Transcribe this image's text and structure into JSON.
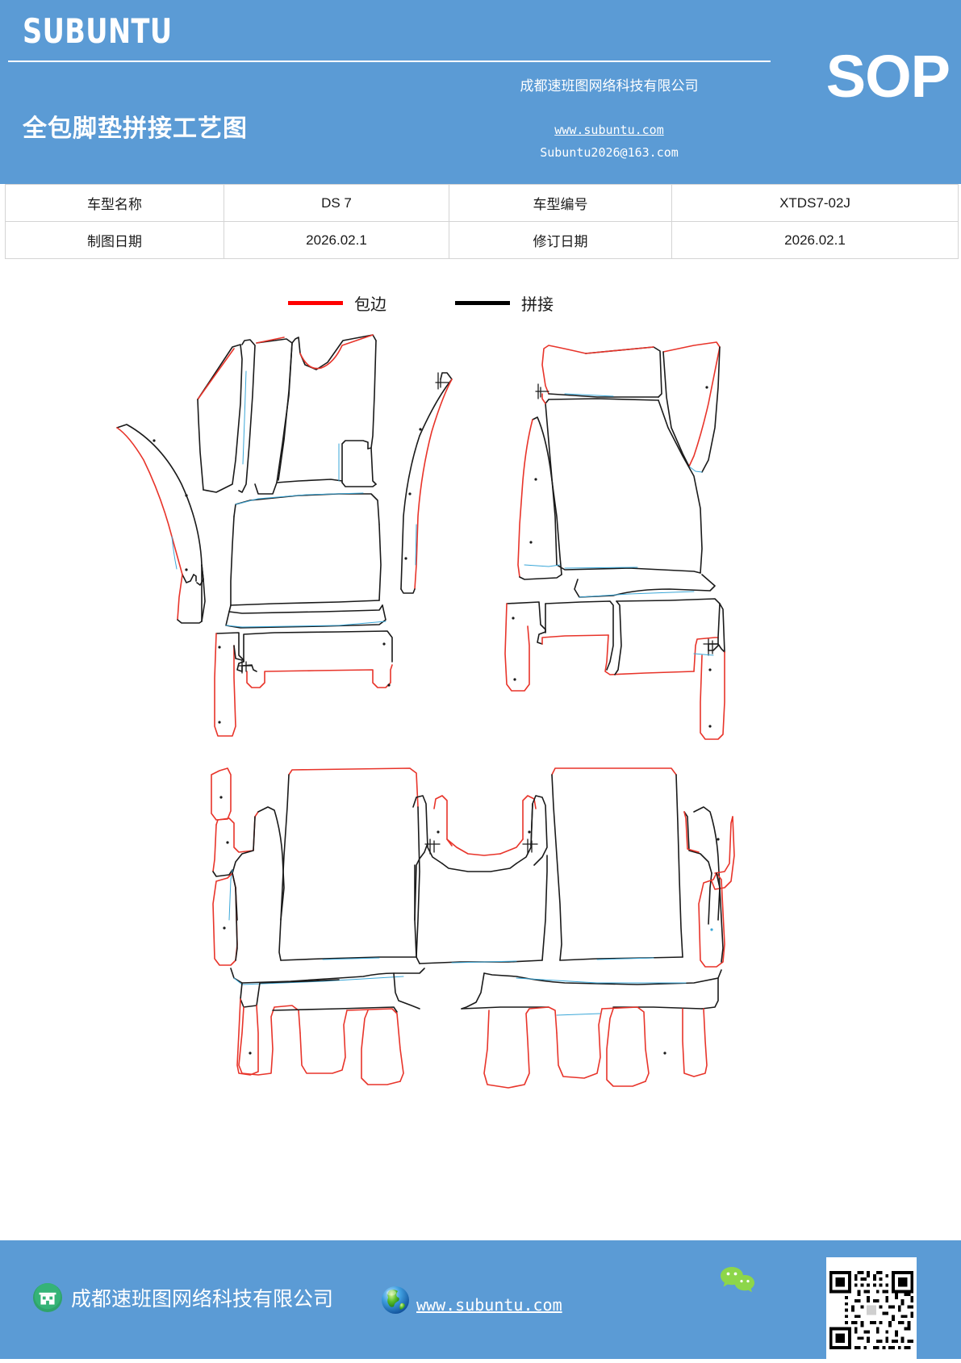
{
  "header": {
    "brand": "SUBUNTU",
    "doc_title": "全包脚垫拼接工艺图",
    "company": "成都速班图网络科技有限公司",
    "url": "www.subuntu.com",
    "email": "Subuntu2026@163.com",
    "badge": "SOP",
    "bg_color": "#5B9BD5"
  },
  "info_table": {
    "rows": [
      {
        "label1": "车型名称",
        "value1": "DS 7",
        "label2": "车型编号",
        "value2": "XTDS7-02J"
      },
      {
        "label1": "制图日期",
        "value1": "2026.02.1",
        "label2": "修订日期",
        "value2": "2026.02.1"
      }
    ]
  },
  "legend": {
    "items": [
      {
        "label": "包边",
        "color": "#FF0000",
        "icon": "red-line-icon"
      },
      {
        "label": "拼接",
        "color": "#000000",
        "icon": "black-line-icon"
      }
    ]
  },
  "drawing": {
    "description": "全包脚垫拼接工艺图 - 裁片排版图",
    "line_colors": {
      "binding": "#E8342A",
      "splice": "#1a1a1a",
      "accent": "#3aa7d8"
    }
  },
  "footer": {
    "company": "成都速班图网络科技有限公司",
    "url": "www.subuntu.com",
    "building_icon": "building-icon",
    "globe_icon": "globe-icon",
    "wechat_icon": "wechat-icon",
    "qr_icon": "qr-code-icon",
    "bg_color": "#5B9BD5"
  }
}
